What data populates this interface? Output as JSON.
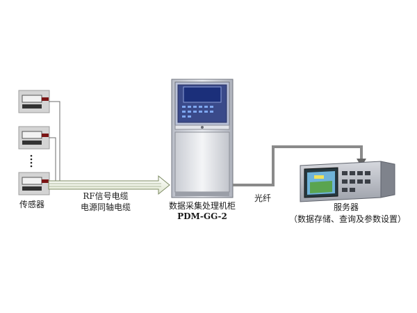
{
  "sensor_label": "传感器",
  "cable": {
    "line1": "RF信号电缆",
    "line2": "电源同轴电缆"
  },
  "cabinet": {
    "name": "数据采集处理机柜",
    "model": "PDM-GG-2"
  },
  "fiber_label": "光纤",
  "server": {
    "name": "服务器",
    "desc": "（数据存储、查询及参数设置）"
  },
  "colors": {
    "cable": "#8a8a8a",
    "arrow_fill": "#eef2e4",
    "cabinet_frame": "#c8ccd6",
    "screen": "#1b2f7a"
  }
}
